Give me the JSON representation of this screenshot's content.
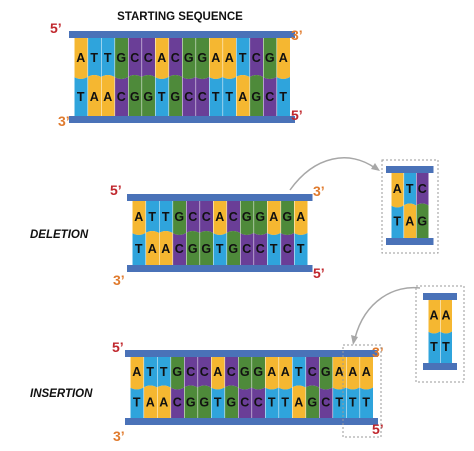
{
  "title": "STARTING SEQUENCE",
  "colors": {
    "A": "#F5B731",
    "T": "#2FA4DC",
    "G": "#4E8A3A",
    "C": "#6A3E97",
    "backbone": "#4A72B8",
    "five_prime": "#C0272D",
    "three_prime": "#E07B2E",
    "arrow": "#A7A7A7",
    "box": "#9A9A9A"
  },
  "panels": {
    "starting": {
      "label": "",
      "top_strand": "ATTGCCACGGAATCGA",
      "bottom_strand": "TAACGGTGCCTTAGCT",
      "top_left": "5’",
      "top_right": "3’",
      "bottom_left": "3’",
      "bottom_right": "5’"
    },
    "deletion": {
      "label": "DELETION",
      "top_strand": "ATTGCCACGGAGA",
      "bottom_strand": "TAACGGTGCCTCT",
      "top_left": "5’",
      "top_right": "3’",
      "bottom_left": "3’",
      "bottom_right": "5’",
      "removed_top": "ATC",
      "removed_bottom": "TAG"
    },
    "insertion": {
      "label": "INSERTION",
      "top_strand": "ATTGCCACGGAATCGAAA",
      "bottom_strand": "TAACGGTGCCTTAGCTTT",
      "top_left": "5’",
      "top_right": "3’",
      "bottom_left": "3’",
      "bottom_right": "5’",
      "inserted_top": "AA",
      "inserted_bottom": "TT"
    }
  }
}
